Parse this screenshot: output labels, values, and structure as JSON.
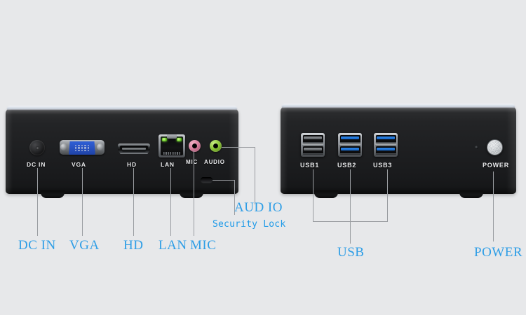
{
  "meta": {
    "background_color": "#e7e8ea",
    "callout_color": "#2f9ee6",
    "silk_color": "#e9eaec",
    "leader_color": "#9a9da1"
  },
  "left_device": {
    "name": "rear-io-panel",
    "silk_labels": [
      {
        "id": "dc-in",
        "text": "DC IN"
      },
      {
        "id": "vga",
        "text": "VGA"
      },
      {
        "id": "hd",
        "text": "HD"
      },
      {
        "id": "lan",
        "text": "LAN"
      },
      {
        "id": "mic",
        "text": "MIC"
      },
      {
        "id": "audio",
        "text": "AUDIO"
      }
    ],
    "ports": [
      {
        "id": "dc-in-jack",
        "type": "barrel-power-jack",
        "color": "#1b1c1e"
      },
      {
        "id": "vga-port",
        "type": "vga-db15",
        "color": "#2953c2",
        "pins": 15
      },
      {
        "id": "hdmi-port",
        "type": "hdmi",
        "color": "#101112"
      },
      {
        "id": "lan-port",
        "type": "rj45",
        "color": "#0a0b0c",
        "leds": 2
      },
      {
        "id": "mic-jack",
        "type": "audio-3.5mm",
        "color": "#d97f9e"
      },
      {
        "id": "audio-jack",
        "type": "audio-3.5mm",
        "color": "#8dc637"
      },
      {
        "id": "security-lock",
        "type": "kensington-slot",
        "color": "#0e0f10"
      }
    ]
  },
  "right_device": {
    "name": "front-io-panel",
    "silk_labels": [
      {
        "id": "usb1",
        "text": "USB1"
      },
      {
        "id": "usb2",
        "text": "USB2"
      },
      {
        "id": "usb3",
        "text": "USB3"
      },
      {
        "id": "power",
        "text": "POWER"
      }
    ],
    "ports": [
      {
        "id": "usb1-stack",
        "type": "usb-2.0-dual",
        "color": "#5b5f63"
      },
      {
        "id": "usb2-stack",
        "type": "usb-3.0-dual",
        "color": "#1767c8"
      },
      {
        "id": "usb3-stack",
        "type": "usb-3.0-dual",
        "color": "#1767c8"
      },
      {
        "id": "power-button",
        "type": "momentary-button",
        "color": "#c8ccd0"
      },
      {
        "id": "power-led",
        "type": "indicator-led",
        "color": "#1a1b1d"
      }
    ]
  },
  "callouts": [
    {
      "id": "callout-dc-in",
      "text": "DC IN",
      "style": "serif"
    },
    {
      "id": "callout-vga",
      "text": "VGA",
      "style": "serif"
    },
    {
      "id": "callout-hd",
      "text": "HD",
      "style": "serif"
    },
    {
      "id": "callout-lan",
      "text": "LAN",
      "style": "serif"
    },
    {
      "id": "callout-mic",
      "text": "MIC",
      "style": "serif"
    },
    {
      "id": "callout-audio",
      "text": "AUD IO",
      "style": "serif"
    },
    {
      "id": "callout-security-lock",
      "text": "Security Lock",
      "style": "mono"
    },
    {
      "id": "callout-usb",
      "text": "USB",
      "style": "serif"
    },
    {
      "id": "callout-power",
      "text": "POWER",
      "style": "serif"
    }
  ]
}
